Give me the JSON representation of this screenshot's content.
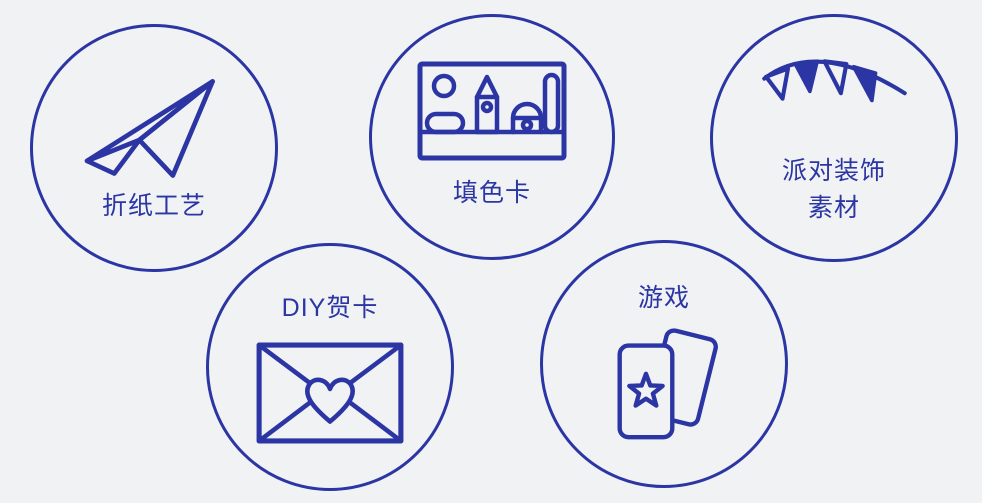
{
  "theme": {
    "background": "#f1f2f4",
    "accent": "#2b35a3"
  },
  "categories": [
    {
      "label": "折纸工艺",
      "icon": "paper-airplane-icon"
    },
    {
      "label": "填色卡",
      "icon": "coloring-card-icon"
    },
    {
      "label": "派对装饰",
      "label_line2": "素材",
      "icon": "party-bunting-icon"
    },
    {
      "label": "DIY贺卡",
      "icon": "envelope-heart-icon"
    },
    {
      "label": "游戏",
      "icon": "playing-cards-icon"
    }
  ]
}
